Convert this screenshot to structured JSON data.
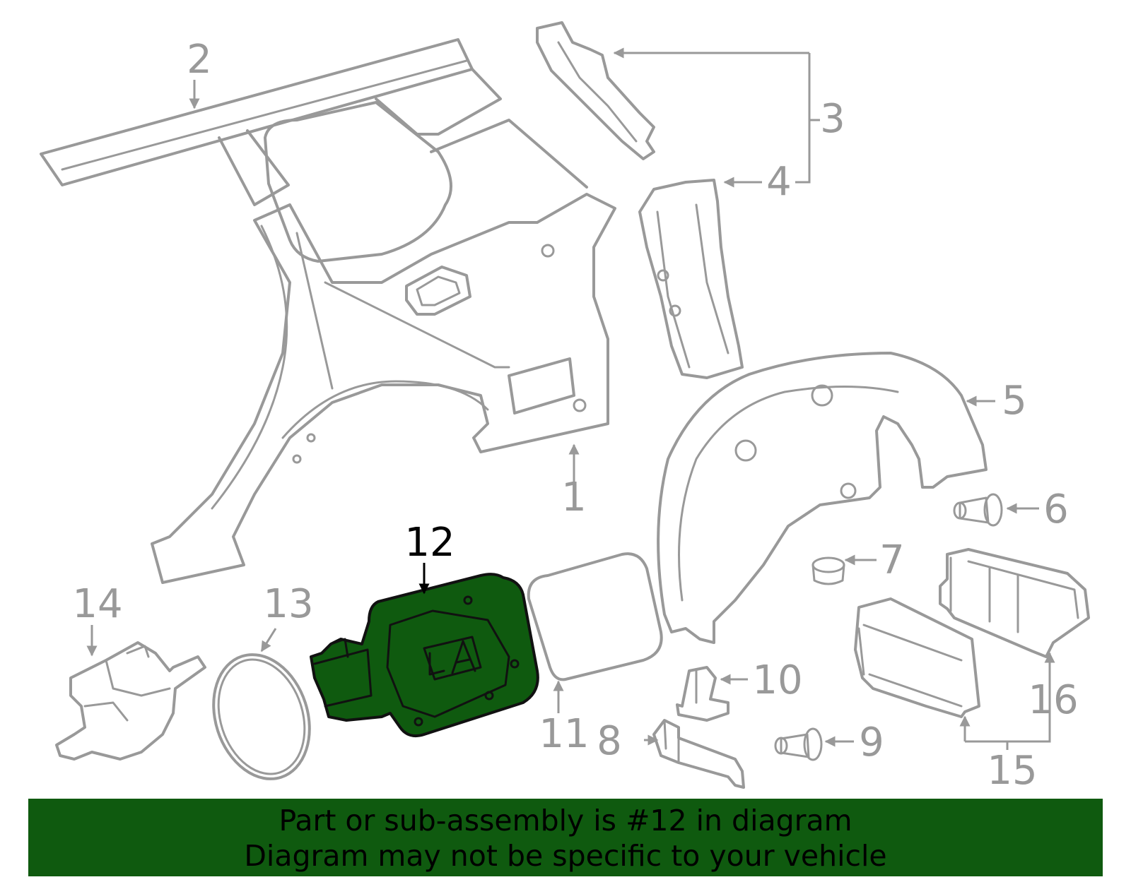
{
  "callouts": {
    "c1": "1",
    "c2": "2",
    "c3": "3",
    "c4": "4",
    "c5": "5",
    "c6": "6",
    "c7": "7",
    "c8": "8",
    "c9": "9",
    "c10": "10",
    "c11": "11",
    "c12": "12",
    "c13": "13",
    "c14": "14",
    "c15": "15",
    "c16": "16"
  },
  "highlighted_part": "12",
  "colors": {
    "highlight": "#0f5a0f",
    "linework": "#999999",
    "banner_text": "#000000"
  },
  "banner": {
    "line1": "Part or sub-assembly is #12 in diagram",
    "line2": "Diagram may not be specific to your vehicle"
  }
}
